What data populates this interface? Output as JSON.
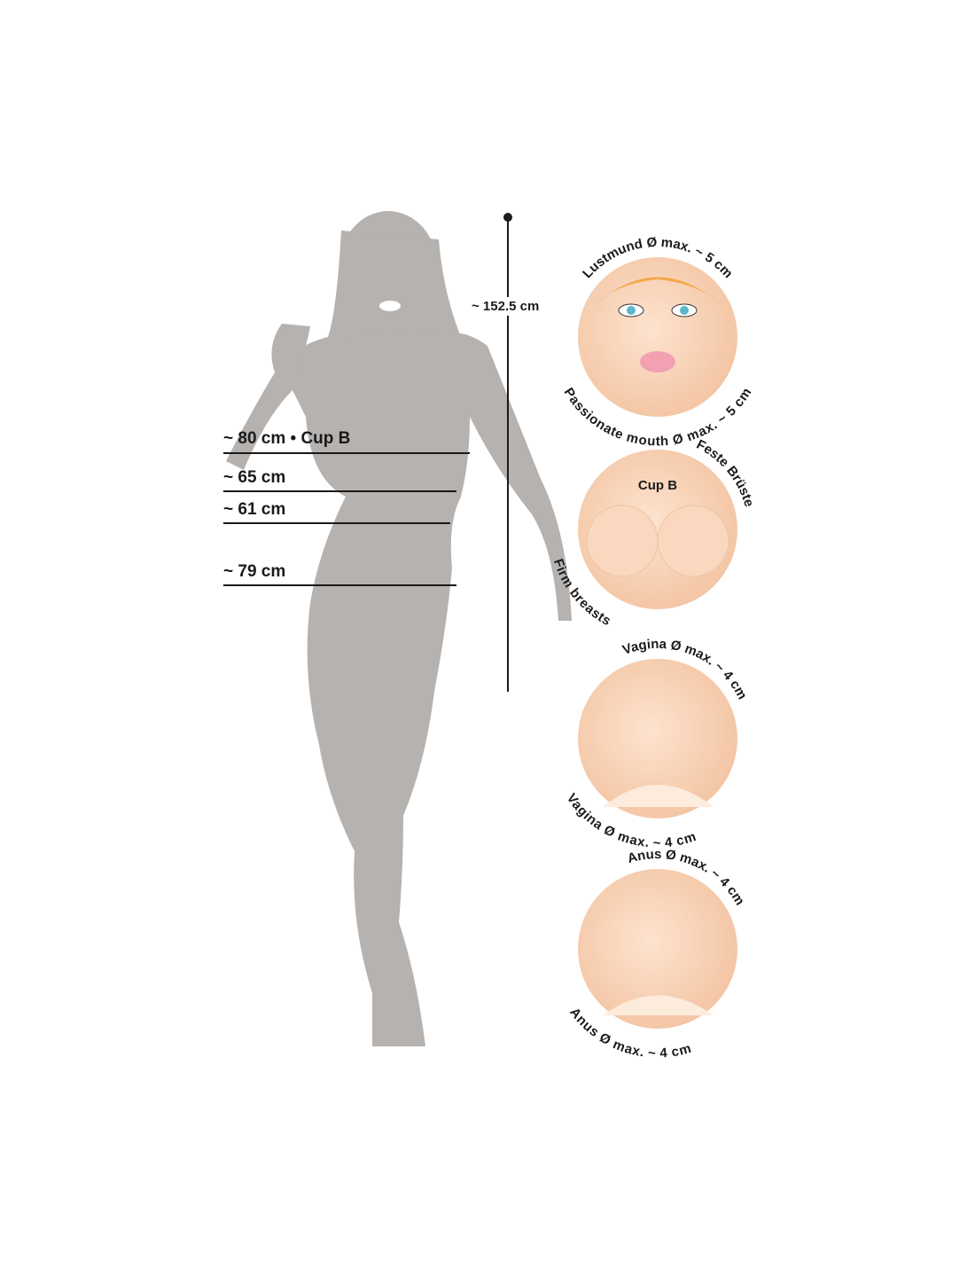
{
  "height_label": "~ 152.5 cm",
  "measurements": [
    {
      "label": "~ 80 cm • Cup B"
    },
    {
      "label": "~ 65 cm"
    },
    {
      "label": "~ 61 cm"
    },
    {
      "label": "~ 79 cm"
    }
  ],
  "details": [
    {
      "top_text": "Lustmund Ø max. ~ 5 cm",
      "bottom_text": "Passionate mouth Ø max. ~ 5 cm",
      "center_text": ""
    },
    {
      "top_text": "Feste Brüste",
      "bottom_text": "Firm breasts",
      "center_text": "Cup B"
    },
    {
      "top_text": "Vagina Ø max. ~ 4 cm",
      "bottom_text": "Vagina Ø max. ~ 4 cm",
      "center_text": ""
    },
    {
      "top_text": "Anus Ø max. ~ 4 cm",
      "bottom_text": "Anus Ø max. ~ 4 cm",
      "center_text": ""
    }
  ],
  "colors": {
    "silhouette": "#b5b2af",
    "skin": "#f7d3b8",
    "text": "#1a1a1a"
  }
}
